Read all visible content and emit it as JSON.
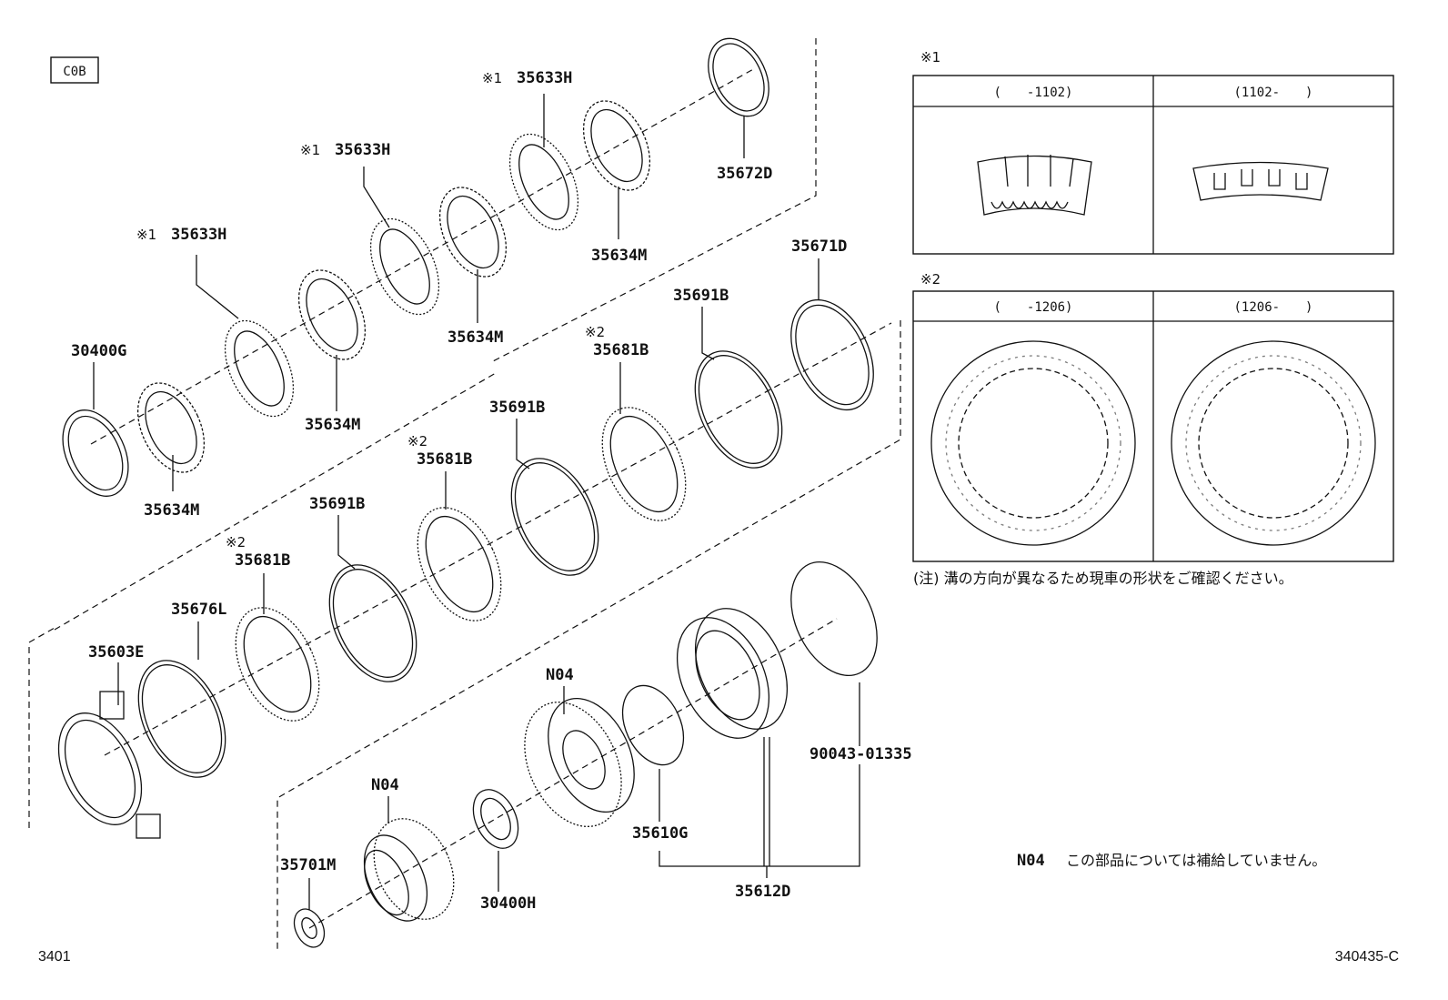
{
  "code_box": "C0B",
  "footer": {
    "left": "3401",
    "right": "340435-C"
  },
  "parts": {
    "p30400G": "30400G",
    "p35634M_a": "35634M",
    "p35633H_a": "35633H",
    "p35634M_b": "35634M",
    "p35633H_b": "35633H",
    "p35634M_c": "35634M",
    "p35633H_c": "35633H",
    "p35634M_d": "35634M",
    "p35672D": "35672D",
    "p35603E": "35603E",
    "p35676L": "35676L",
    "p35681B_a": "35681B",
    "p35691B_a": "35691B",
    "p35681B_b": "35681B",
    "p35691B_b": "35691B",
    "p35681B_c": "35681B",
    "p35691B_c": "35691B",
    "p35671D": "35671D",
    "p35701M": "35701M",
    "pN04_a": "N04",
    "p30400H": "30400H",
    "pN04_b": "N04",
    "p35610G": "35610G",
    "p35612D": "35612D",
    "p90043": "90043-01335"
  },
  "marks": {
    "m1": "※1",
    "m2": "※2"
  },
  "table1": {
    "mark": "※1",
    "col_a": "(　　-1102)",
    "col_b": "(1102-　　)"
  },
  "table2": {
    "mark": "※2",
    "col_a": "(　　-1206)",
    "col_b": "(1206-　　)"
  },
  "note_text": "(注) 溝の方向が異なるため現車の形状をご確認ください。",
  "n04_note": {
    "code": "N04",
    "text": "この部品については補給していません。"
  }
}
